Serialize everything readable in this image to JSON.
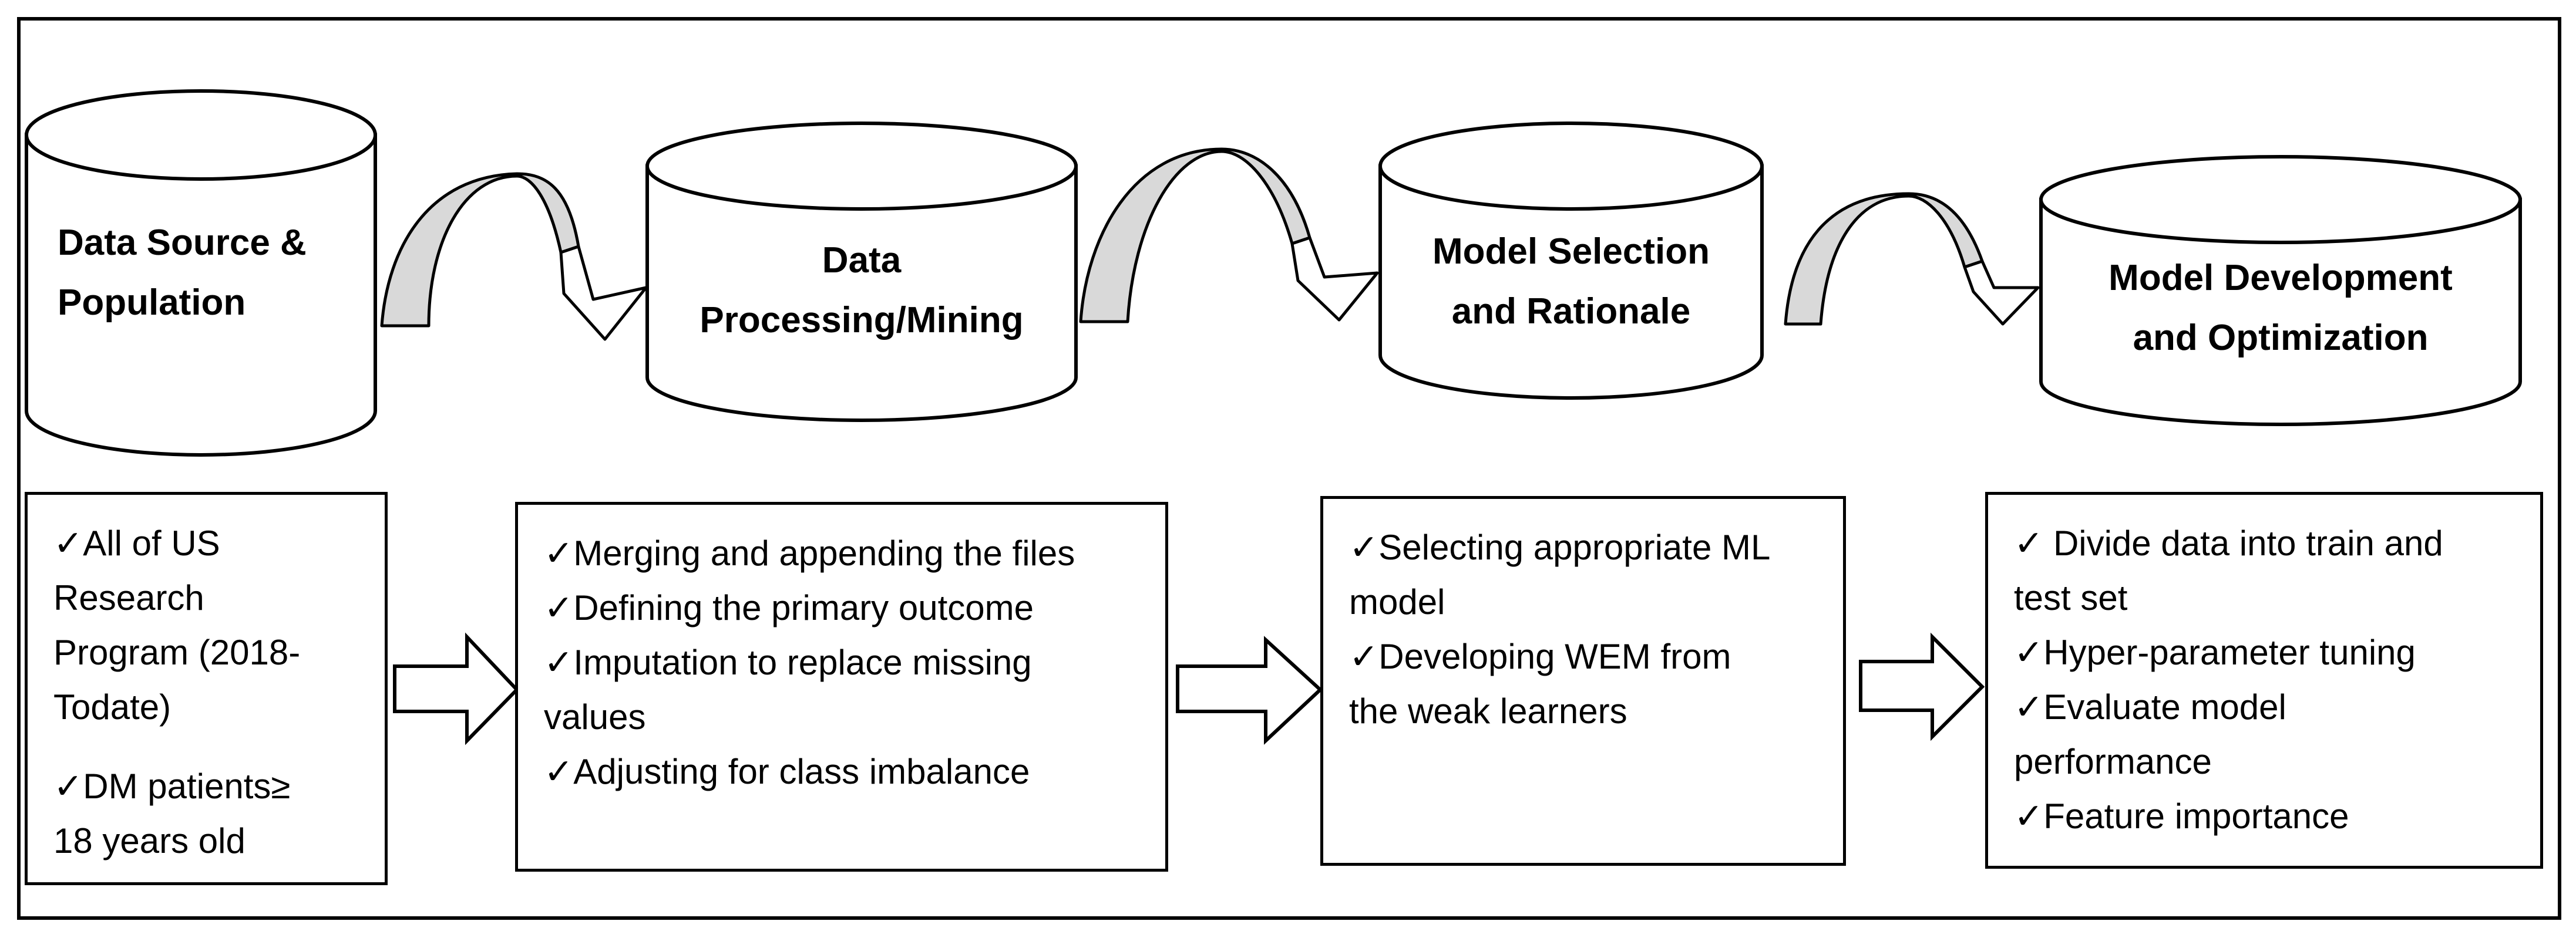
{
  "stages": [
    {
      "lines": [
        "Data Source &",
        "Population"
      ]
    },
    {
      "lines": [
        "Data",
        "Processing/Mining"
      ]
    },
    {
      "lines": [
        "Model Selection",
        "and Rationale"
      ]
    },
    {
      "lines": [
        "Model Development",
        "and Optimization"
      ]
    }
  ],
  "details": [
    {
      "items": [
        [
          "✓All of US",
          "Research",
          "Program (2018-",
          "Todate)"
        ],
        [
          "✓DM patients≥",
          "18 years old"
        ]
      ]
    },
    {
      "items": [
        [
          "✓Merging and appending the files"
        ],
        [
          "✓Defining the primary outcome"
        ],
        [
          "✓Imputation to replace missing",
          "values"
        ],
        [
          "✓Adjusting for class imbalance"
        ]
      ]
    },
    {
      "items": [
        [
          "✓Selecting appropriate ML",
          "model"
        ],
        [
          "✓Developing WEM from",
          "the weak learners"
        ]
      ]
    },
    {
      "items": [
        [
          "✓ Divide data into train and",
          "test set"
        ],
        [
          "✓Hyper-parameter tuning"
        ],
        [
          "✓Evaluate model",
          "performance"
        ],
        [
          "✓Feature importance"
        ]
      ]
    }
  ],
  "colors": {
    "stroke": "#000000",
    "curved_arrow_fill": "#d9d9d9",
    "background": "#ffffff"
  }
}
